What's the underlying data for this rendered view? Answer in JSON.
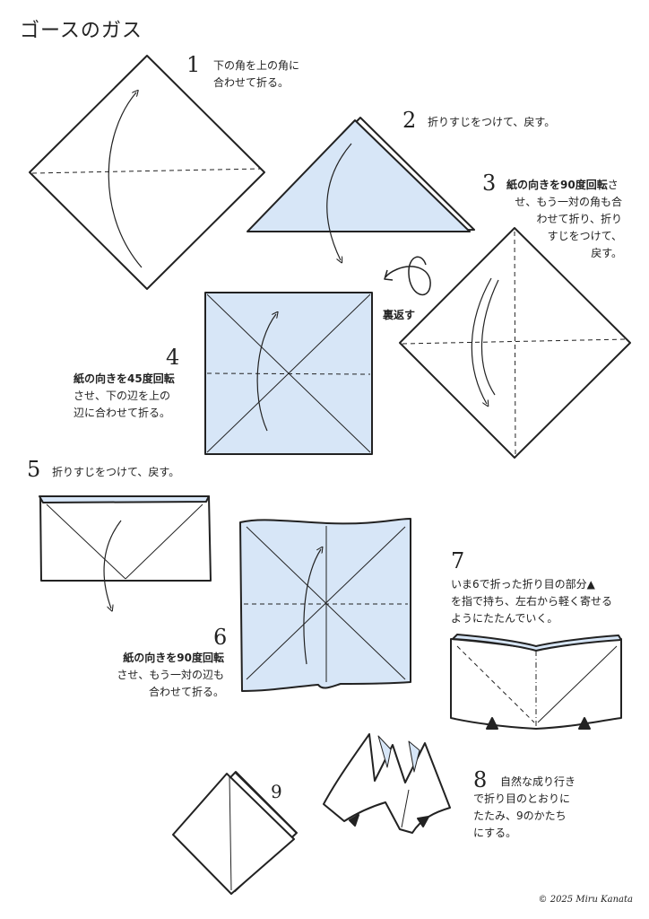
{
  "title": "ゴースのガス",
  "colors": {
    "paper_back": "#d7e6f7",
    "line": "#222222"
  },
  "steps": [
    {
      "num": "1",
      "lines": [
        "下の角を上の角に",
        "合わせて折る。"
      ]
    },
    {
      "num": "2",
      "lines": [
        "折りすじをつけて、戻す。"
      ]
    },
    {
      "num": "3",
      "bold": "紙の向きを90度回転",
      "lines_after_bold": "さ",
      "lines": [
        "せ、もう一対の角も合",
        "わせて折り、折り",
        "すじをつけて、",
        "戻す。"
      ]
    },
    {
      "num": "4",
      "bold": "紙の向きを45度回転",
      "lines": [
        "させ、下の辺を上の",
        "辺に合わせて折る。"
      ]
    },
    {
      "num": "5",
      "lines": [
        "折りすじをつけて、戻す。"
      ]
    },
    {
      "num": "6",
      "bold": "紙の向きを90度回転",
      "lines": [
        "させ、もう一対の辺も",
        "合わせて折る。"
      ]
    },
    {
      "num": "7",
      "lines": [
        "いま6で折った折り目の部分▲",
        "を指で持ち、左右から軽く寄せる",
        "ようにたたんでいく。"
      ]
    },
    {
      "num": "8",
      "lines": [
        "自然な成り行き",
        "で折り目のとおりに",
        "たたみ、9のかたち",
        "にする。"
      ]
    },
    {
      "num": "9"
    }
  ],
  "flip_label": "裏返す",
  "copyright": "© 2025 Miru Kanata"
}
